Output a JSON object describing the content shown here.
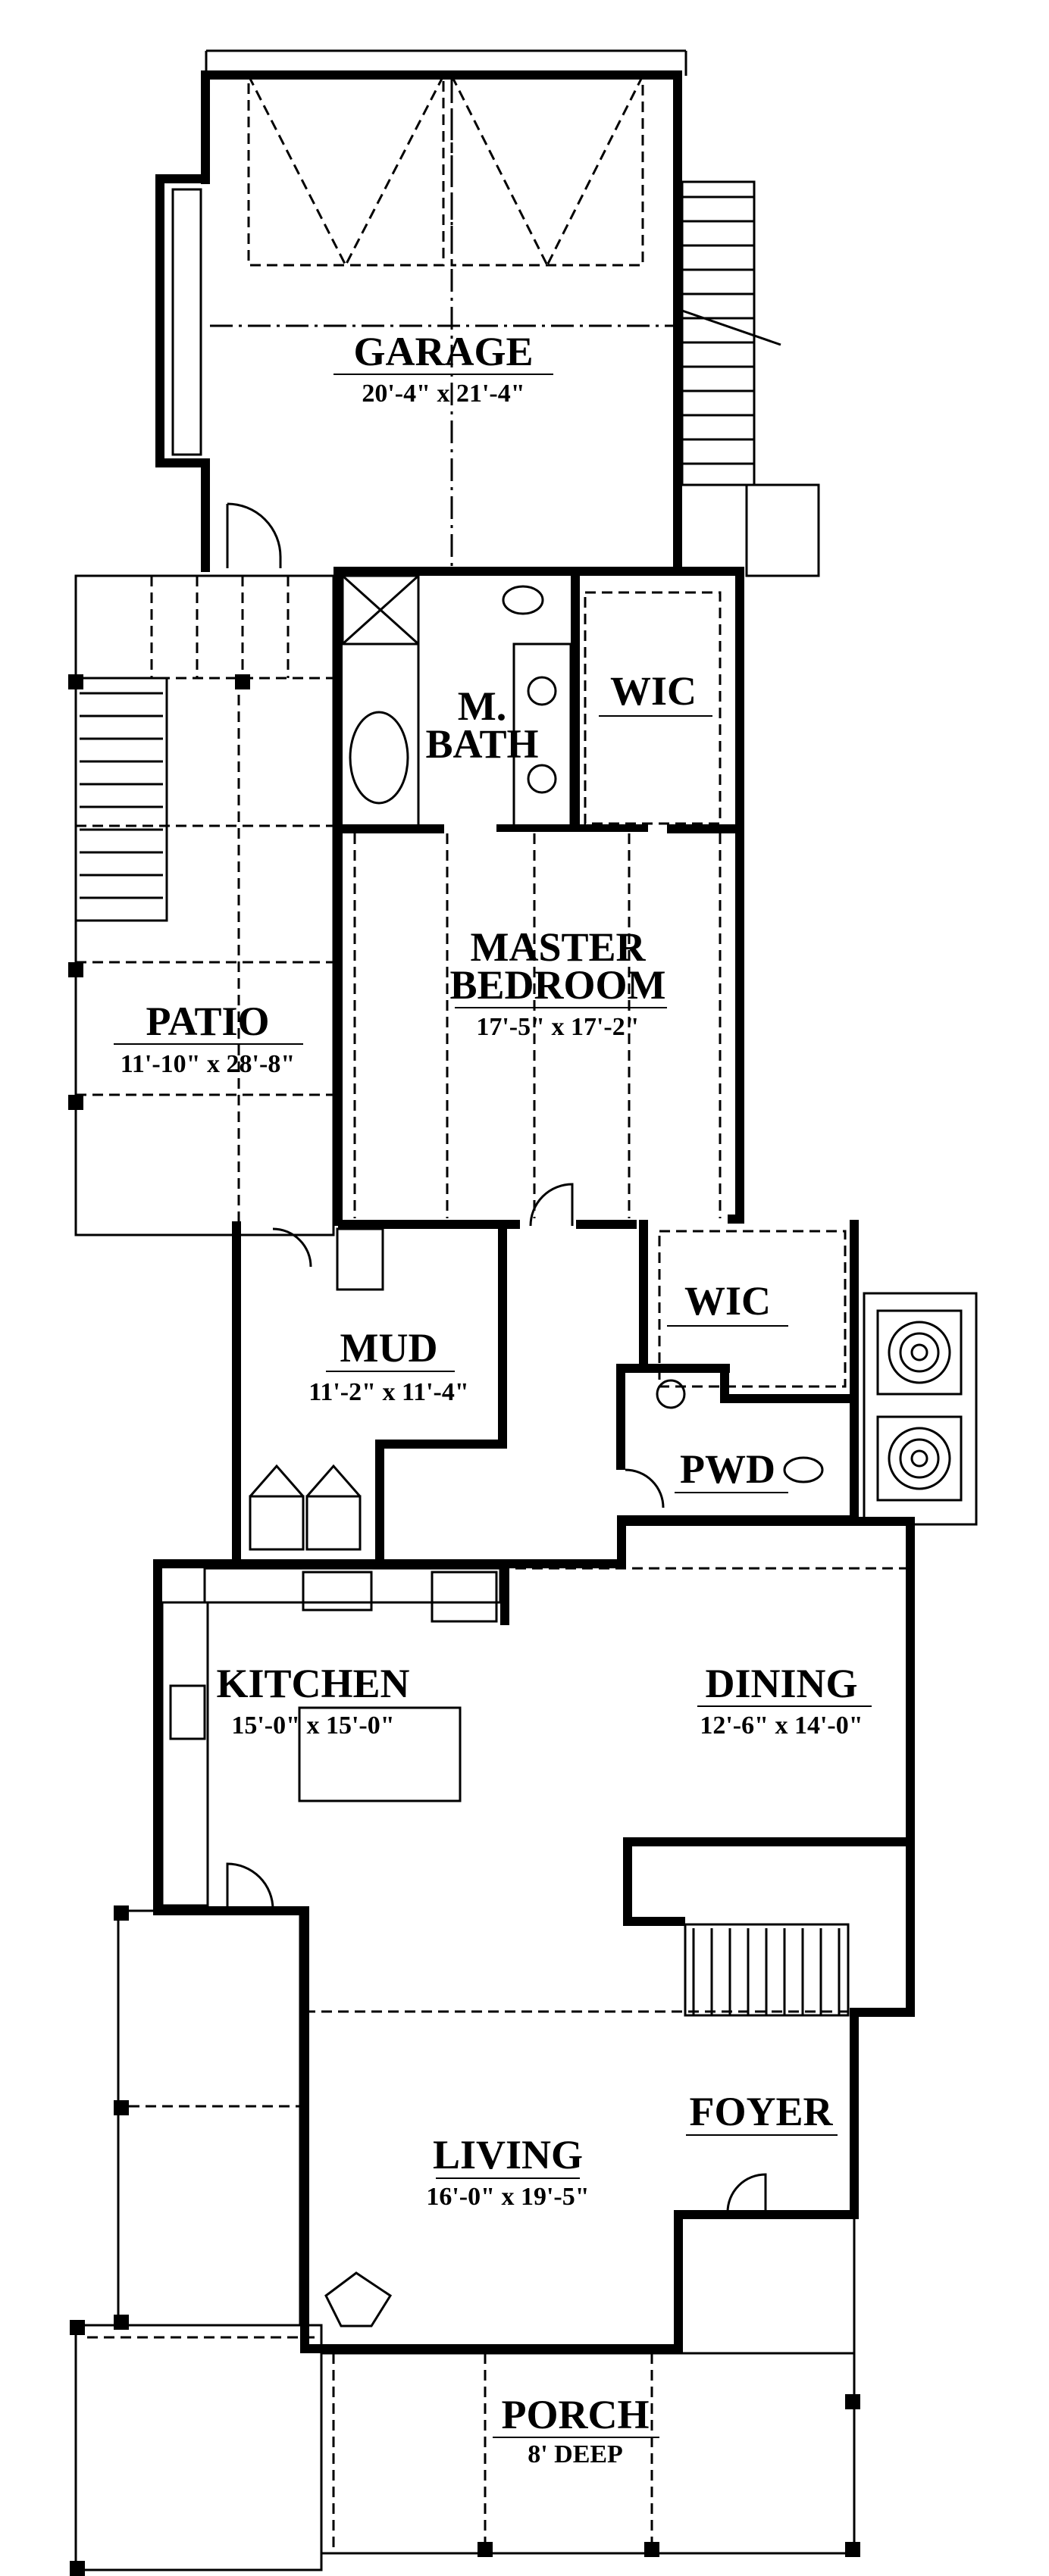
{
  "plan": {
    "rooms": {
      "garage": {
        "name": "GARAGE",
        "dims": "20'-4\" x 21'-4\""
      },
      "master_bath": {
        "name_line1": "M.",
        "name_line2": "BATH"
      },
      "wic_master": {
        "name": "WIC"
      },
      "master_bedroom": {
        "name_line1": "MASTER",
        "name_line2": "BEDROOM",
        "dims": "17'-5\" x 17'-2\""
      },
      "patio": {
        "name": "PATIO",
        "dims": "11'-10\" x 28'-8\""
      },
      "mud": {
        "name": "MUD",
        "dims": "11'-2\" x 11'-4\""
      },
      "wic_2": {
        "name": "WIC"
      },
      "powder": {
        "name": "PWD"
      },
      "kitchen": {
        "name": "KITCHEN",
        "dims": "15'-0\" x 15'-0\""
      },
      "dining": {
        "name": "DINING",
        "dims": "12'-6\" x 14'-0\""
      },
      "foyer": {
        "name": "FOYER"
      },
      "living": {
        "name": "LIVING",
        "dims": "16'-0\" x 19'-5\""
      },
      "porch": {
        "name": "PORCH",
        "dims": "8' DEEP"
      }
    }
  }
}
